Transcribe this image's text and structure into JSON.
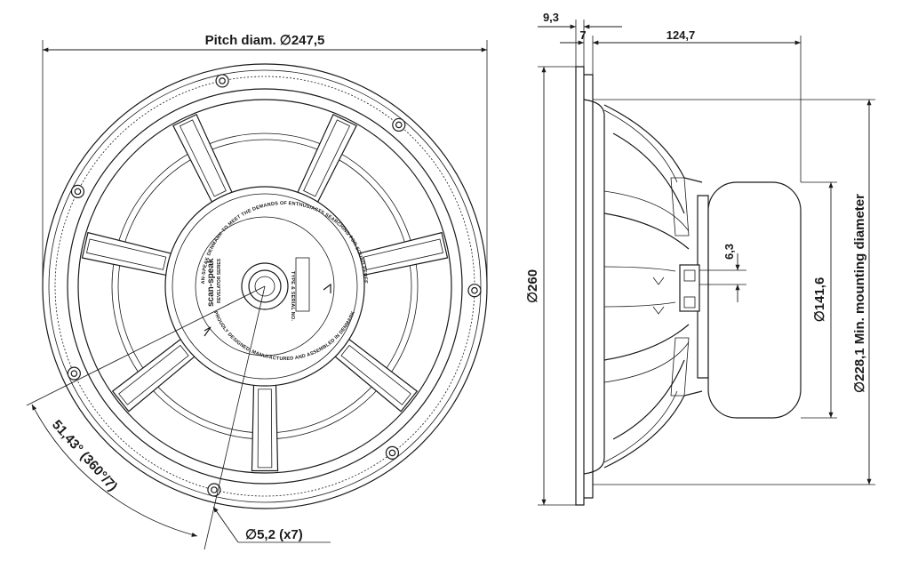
{
  "dimensions": {
    "pitch_diameter": "Pitch diam. ∅247,5",
    "flange_thickness": "9,3",
    "flange_offset": "7",
    "depth": "124,7",
    "outer_diameter": "∅260",
    "terminal_spacing": "6,3",
    "magnet_diameter": "∅141,6",
    "mounting_diameter": "∅228,1 Min. mounting diameter",
    "hole_angle": "51,43° (360°/7)",
    "hole_size": "∅5,2 (x7)"
  },
  "label_plate": {
    "brand": "scan-speak",
    "series": "REVELATOR SERIES",
    "ring_text_top": "BY SCAN-SPEAK DENMARK TO MEET THE DEMANDS OF ENTHUSIASTS SEARCHING FOR SOUND PERFECTION",
    "ring_text_bottom": "PROUDLY DESIGNED, MANUFACTURED AND ASSEMBLED IN DENMARK",
    "serial_label": "TYPE & SERIAL NO."
  }
}
